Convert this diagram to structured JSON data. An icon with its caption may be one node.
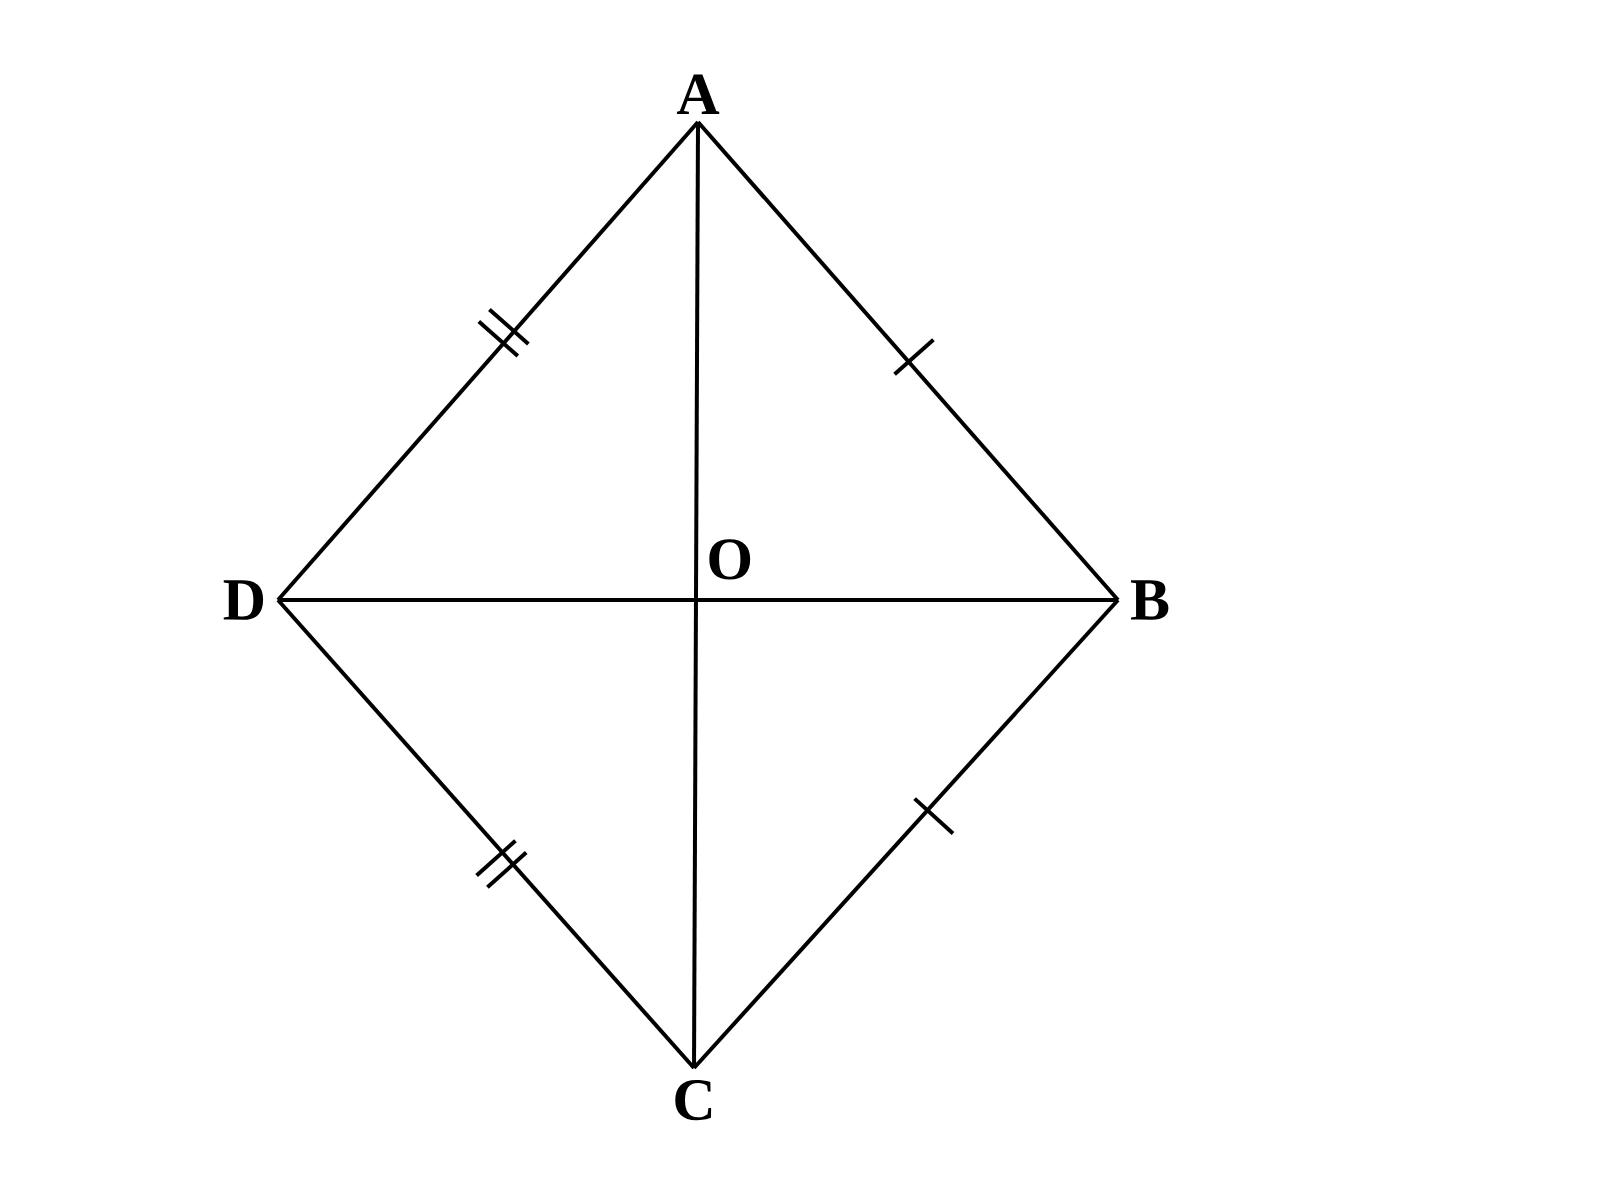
{
  "diagram": {
    "nodes": [
      {
        "text": [
          "A"
        ]
      },
      {
        "text": [
          "B"
        ]
      },
      {
        "text": [
          "C"
        ]
      },
      {
        "text": [
          "D"
        ]
      }
    ],
    "edges": [
      {
        "from": 0,
        "to": 1,
        "arrow": "none"
      },
      {
        "from": 1,
        "to": 2,
        "arrow": "none"
      },
      {
        "from": 2,
        "to": 3,
        "arrow": "none"
      },
      {
        "from": 3,
        "to": 0,
        "arrow": "none"
      },
      {
        "from": 0,
        "to": 2,
        "arrow": "none"
      },
      {
        "from": 3,
        "to": 1,
        "arrow": "none"
      }
    ],
    "labels": [
      "O"
    ]
  }
}
